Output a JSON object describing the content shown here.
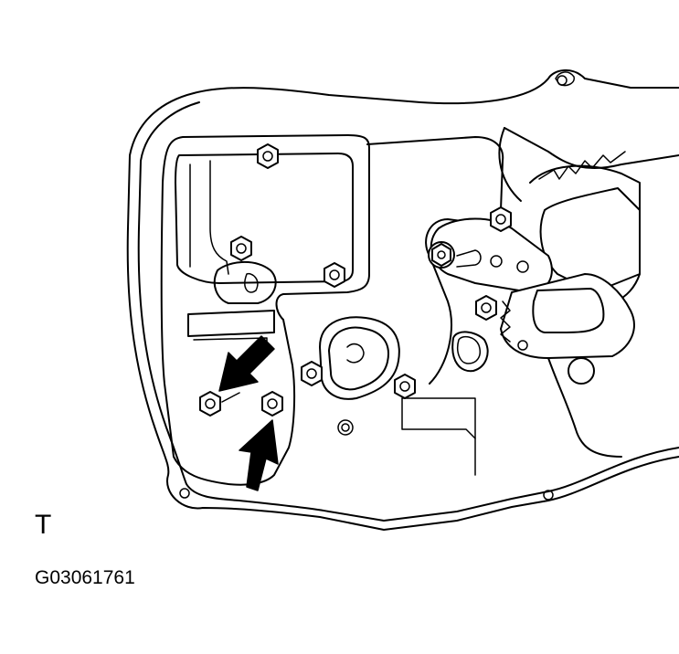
{
  "figure": {
    "corner_letter": "T",
    "figure_code": "G03061761"
  },
  "callouts": [
    {
      "name": "arrow-to-lower-left-bolt",
      "points_to": "bolt-lower-left"
    },
    {
      "name": "arrow-to-lower-right-bolt",
      "points_to": "bolt-lower-right"
    }
  ]
}
